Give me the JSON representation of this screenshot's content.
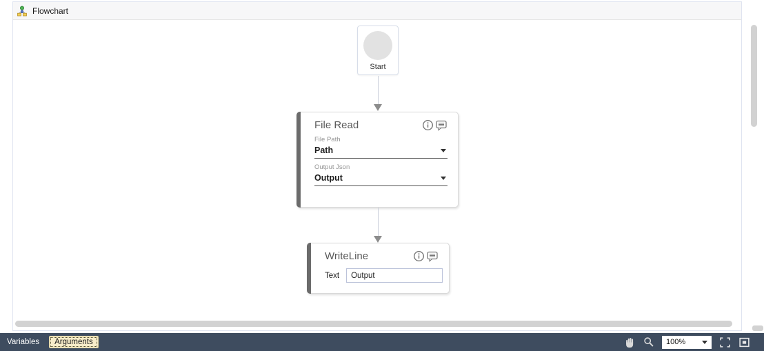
{
  "header": {
    "title": "Flowchart"
  },
  "canvas": {
    "start_node": {
      "label": "Start"
    },
    "activities": [
      {
        "title": "File Read",
        "icons": [
          "info-icon",
          "comment-icon"
        ],
        "fields": [
          {
            "label": "File Path",
            "value": "Path",
            "type": "dropdown"
          },
          {
            "label": "Output Json",
            "value": "Output",
            "type": "dropdown"
          }
        ]
      },
      {
        "title": "WriteLine",
        "icons": [
          "info-icon",
          "comment-icon"
        ],
        "fields": [
          {
            "label": "Text",
            "value": "Output",
            "type": "textbox"
          }
        ]
      }
    ]
  },
  "statusbar": {
    "variables": "Variables",
    "arguments": "Arguments",
    "zoom": "100%"
  },
  "colors": {
    "statusbar_bg": "#3e4c5f",
    "arguments_highlight": "#f7ecc9",
    "card_accent": "#6b6b6b",
    "connector_line": "#c9ced9",
    "arrowhead": "#8c8c8c",
    "start_circle": "#e2e2e2"
  }
}
